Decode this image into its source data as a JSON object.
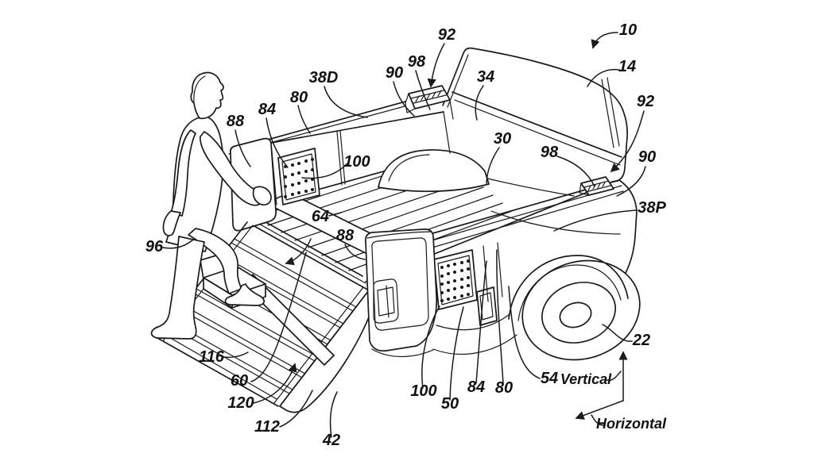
{
  "figure": {
    "kind": "patent-line-drawing",
    "description_labels_visible": true,
    "labels": [
      {
        "text": "10"
      },
      {
        "text": "14"
      },
      {
        "text": "92"
      },
      {
        "text": "90"
      },
      {
        "text": "98"
      },
      {
        "text": "38P"
      },
      {
        "text": "34"
      },
      {
        "text": "30"
      },
      {
        "text": "92"
      },
      {
        "text": "98"
      },
      {
        "text": "90"
      },
      {
        "text": "38D"
      },
      {
        "text": "80"
      },
      {
        "text": "84"
      },
      {
        "text": "88"
      },
      {
        "text": "100"
      },
      {
        "text": "64"
      },
      {
        "text": "88"
      },
      {
        "text": "96"
      },
      {
        "text": "116"
      },
      {
        "text": "60"
      },
      {
        "text": "120"
      },
      {
        "text": "112"
      },
      {
        "text": "42"
      },
      {
        "text": "100"
      },
      {
        "text": "50"
      },
      {
        "text": "84"
      },
      {
        "text": "80"
      },
      {
        "text": "54"
      },
      {
        "text": "22"
      }
    ],
    "axis": {
      "vertical": "Vertical",
      "horizontal": "Horizontal"
    },
    "colors": {
      "line": "#1a1a1a",
      "background": "#ffffff"
    }
  }
}
